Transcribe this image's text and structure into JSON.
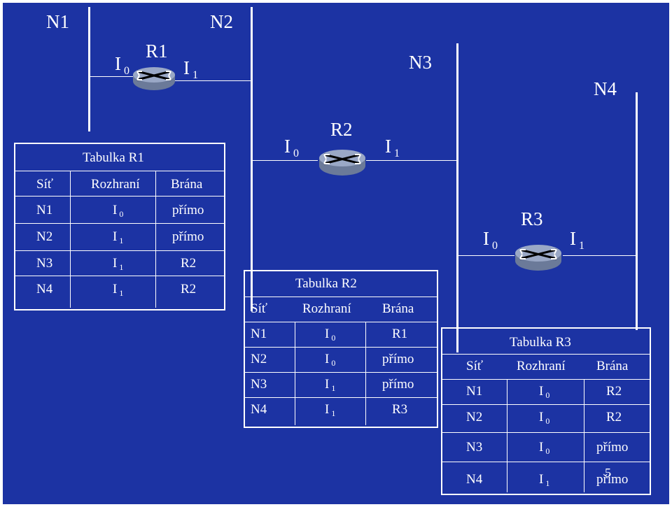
{
  "networks": {
    "n1": "N1",
    "n2": "N2",
    "n3": "N3",
    "n4": "N4"
  },
  "routers": {
    "r1": {
      "name": "R1",
      "if_left": "I",
      "if_left_sub": "0",
      "if_right": "I",
      "if_right_sub": "1"
    },
    "r2": {
      "name": "R2",
      "if_left": "I",
      "if_left_sub": "0",
      "if_right": "I",
      "if_right_sub": "1"
    },
    "r3": {
      "name": "R3",
      "if_left": "I",
      "if_left_sub": "0",
      "if_right": "I",
      "if_right_sub": "1"
    }
  },
  "table_r1": {
    "title": "Tabulka R1",
    "headers": [
      "Síť",
      "Rozhraní",
      "Brána"
    ],
    "rows": [
      {
        "net": "N1",
        "if": "I",
        "if_sub": "0",
        "gw": "přímo"
      },
      {
        "net": "N2",
        "if": "I",
        "if_sub": "1",
        "gw": "přímo"
      },
      {
        "net": "N3",
        "if": "I",
        "if_sub": "1",
        "gw": "R2"
      },
      {
        "net": "N4",
        "if": "I",
        "if_sub": "1",
        "gw": "R2"
      }
    ]
  },
  "table_r2": {
    "title": "Tabulka R2",
    "headers": [
      "Síť",
      "Rozhraní",
      "Brána"
    ],
    "rows": [
      {
        "net": "N1",
        "if": "I",
        "if_sub": "0",
        "gw": "R1"
      },
      {
        "net": "N2",
        "if": "I",
        "if_sub": "0",
        "gw": "přímo"
      },
      {
        "net": "N3",
        "if": "I",
        "if_sub": "1",
        "gw": "přímo"
      },
      {
        "net": "N4",
        "if": "I",
        "if_sub": "1",
        "gw": "R3"
      }
    ]
  },
  "table_r3": {
    "title": "Tabulka R3",
    "headers": [
      "Síť",
      "Rozhraní",
      "Brána"
    ],
    "rows": [
      {
        "net": "N1",
        "if": "I",
        "if_sub": "0",
        "gw": "R2"
      },
      {
        "net": "N2",
        "if": "I",
        "if_sub": "0",
        "gw": "R2"
      },
      {
        "net": "N3",
        "if": "I",
        "if_sub": "0",
        "gw": "přímo"
      },
      {
        "net": "N4",
        "if": "I",
        "if_sub": "1",
        "gw": "přímo"
      }
    ]
  },
  "page_number": "5",
  "colors": {
    "background": "#1c33a3",
    "foreground": "#ffffff",
    "router_body": "#8a9ab8"
  }
}
